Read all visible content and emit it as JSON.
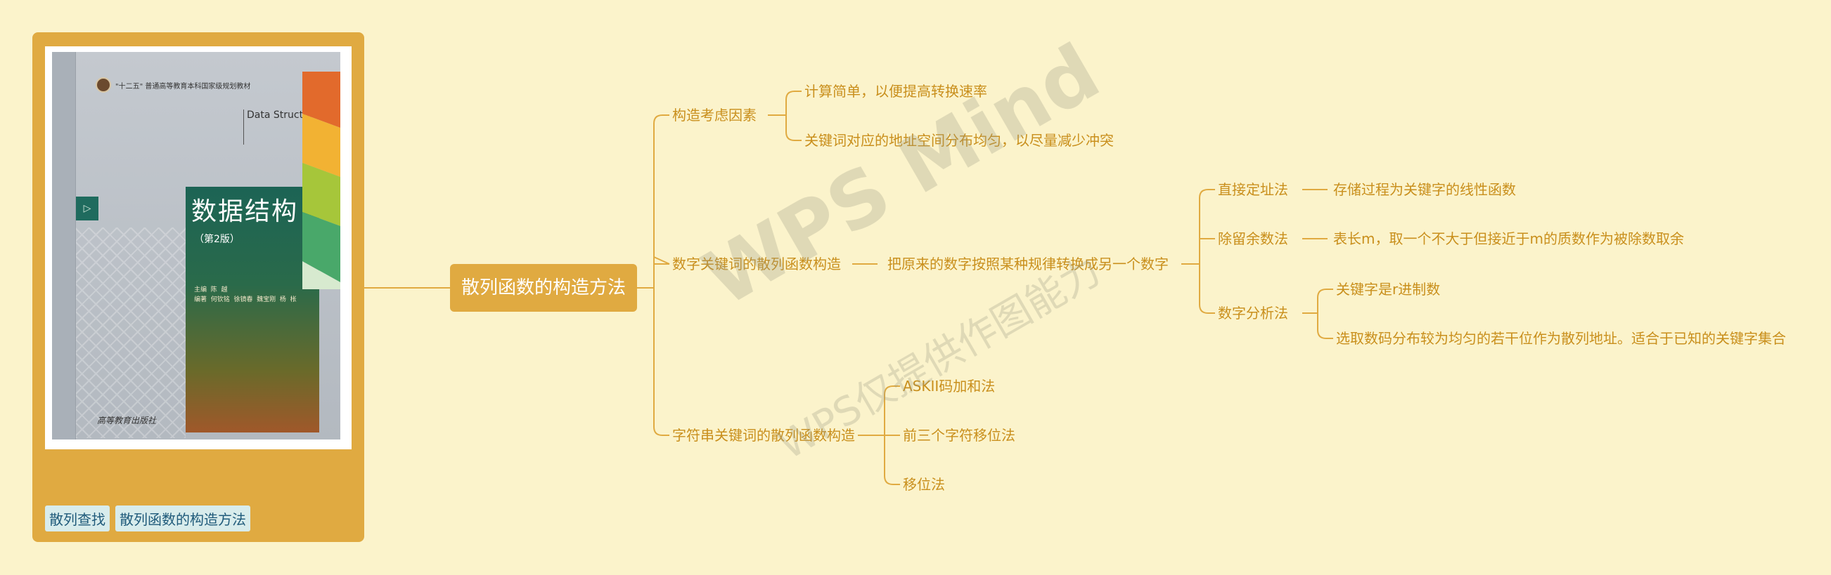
{
  "book": {
    "series": "\"十二五\" 普通高等教育本科国家级规划教材",
    "subtitle_en": "Data Structure",
    "title": "数据结构",
    "edition": "（第2版）",
    "authors": "主编  陈  越\n编著  何钦铭  徐镜春  魏宝刚  杨  枨",
    "publisher": "高等教育出版社",
    "spine_mark": "▷"
  },
  "tags": [
    "散列查找",
    "散列函数的构造方法"
  ],
  "mindmap": {
    "root": "散列函数的构造方法",
    "branches": [
      {
        "label": "构造考虑因素",
        "children": [
          "计算简单，以便提高转换速率",
          "关键词对应的地址空间分布均匀，以尽量减少冲突"
        ]
      },
      {
        "label": "数字关键词的散列函数构造",
        "detail": "把原来的数字按照某种规律转换成另一个数字",
        "methods": [
          {
            "label": "直接定址法",
            "detail": "存储过程为关键字的线性函数"
          },
          {
            "label": "除留余数法",
            "detail": "表长m，取一个不大于但接近于m的质数作为被除数取余"
          },
          {
            "label": "数字分析法",
            "children": [
              "关键字是r进制数",
              "选取数码分布较为均匀的若干位作为散列地址。适合于已知的关键字集合"
            ]
          }
        ]
      },
      {
        "label": "字符串关键词的散列函数构造",
        "children": [
          "ASKII码加和法",
          "前三个字符移位法",
          "移位法"
        ]
      }
    ]
  },
  "watermark": {
    "line1": "WPS Mind",
    "line2": "WPS仅提供作图能力"
  },
  "colors": {
    "background": "#fbf3cb",
    "accent": "#e0aa41",
    "node_text": "#c98f1c"
  }
}
